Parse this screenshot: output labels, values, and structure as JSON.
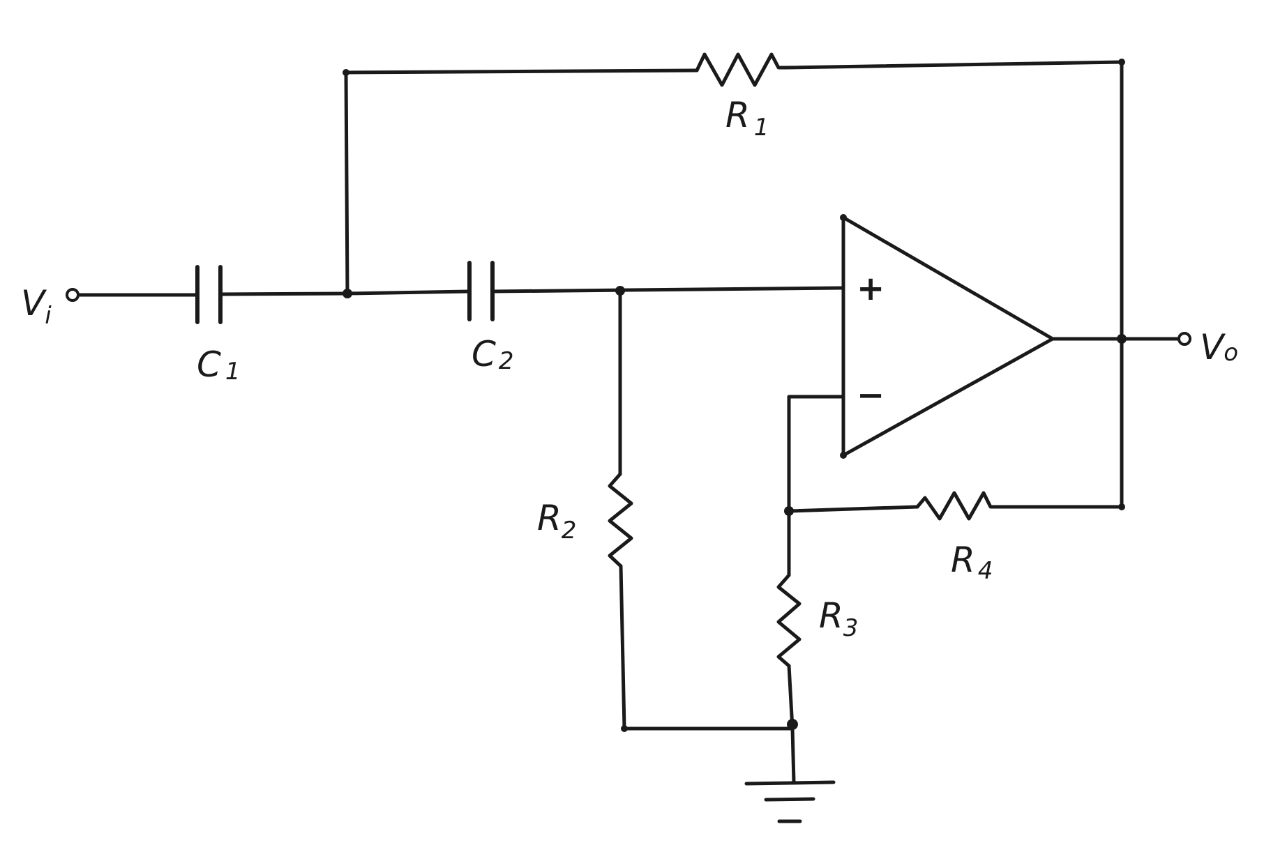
{
  "labels": {
    "vi": {
      "main": "V",
      "sub": "i"
    },
    "vo": {
      "main": "V",
      "sub": "o"
    },
    "c1": {
      "main": "C",
      "sub": "1"
    },
    "c2": {
      "main": "C",
      "sub": "2"
    },
    "r1": {
      "main": "R",
      "sub": "1"
    },
    "r2": {
      "main": "R",
      "sub": "2"
    },
    "r3": {
      "main": "R",
      "sub": "3"
    },
    "r4": {
      "main": "R",
      "sub": "4"
    }
  },
  "opamp": {
    "plus": "+",
    "minus": "−"
  }
}
